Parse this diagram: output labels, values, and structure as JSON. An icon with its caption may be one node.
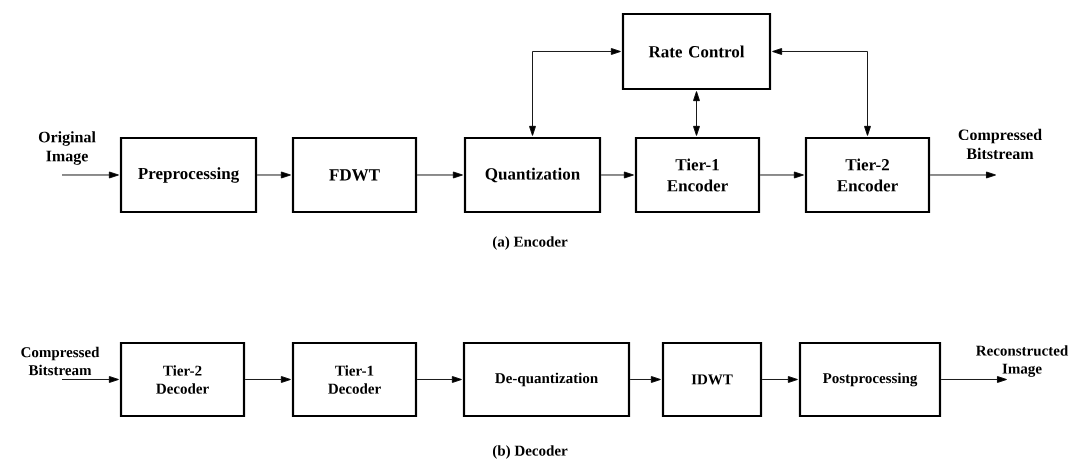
{
  "diagram": {
    "nodes": [
      {
        "text": [
          "Preprocessing"
        ]
      },
      {
        "text": [
          "FDWT"
        ]
      },
      {
        "text": [
          "Quantization"
        ]
      },
      {
        "text": [
          "Rate Control"
        ]
      },
      {
        "text": [
          "Tier-1 Encoder"
        ]
      },
      {
        "text": [
          "Tier-2 Encoder"
        ]
      },
      {
        "text": [
          "Tier-2 Decoder"
        ]
      },
      {
        "text": [
          "Tier-1 Decoder"
        ]
      },
      {
        "text": [
          "De-quantization"
        ]
      },
      {
        "text": [
          "IDWT"
        ]
      },
      {
        "text": [
          "Postprocessing"
        ]
      }
    ],
    "edges": [
      {
        "from": null,
        "to": 0,
        "arrow": "to",
        "label": "Original Image"
      },
      {
        "from": 0,
        "to": 1,
        "arrow": "to"
      },
      {
        "from": 1,
        "to": 2,
        "arrow": "to"
      },
      {
        "from": 2,
        "to": 4,
        "arrow": "to"
      },
      {
        "from": 4,
        "to": 5,
        "arrow": "to"
      },
      {
        "from": 5,
        "to": null,
        "arrow": "to",
        "label": "Compressed Bitstream"
      },
      {
        "from": 2,
        "to": 3,
        "arrow": "both"
      },
      {
        "from": 3,
        "to": 4,
        "arrow": "both"
      },
      {
        "from": 3,
        "to": 5,
        "arrow": "both"
      },
      {
        "from": null,
        "to": 6,
        "arrow": "to",
        "label": "Compressed Bitstream"
      },
      {
        "from": 6,
        "to": 7,
        "arrow": "to"
      },
      {
        "from": 7,
        "to": 8,
        "arrow": "to"
      },
      {
        "from": 8,
        "to": 9,
        "arrow": "to"
      },
      {
        "from": 9,
        "to": 10,
        "arrow": "to"
      },
      {
        "from": 10,
        "to": null,
        "arrow": "to",
        "label": "Reconstructed Image"
      }
    ],
    "labels": [
      "(a) Encoder",
      "(b) Decoder"
    ]
  }
}
